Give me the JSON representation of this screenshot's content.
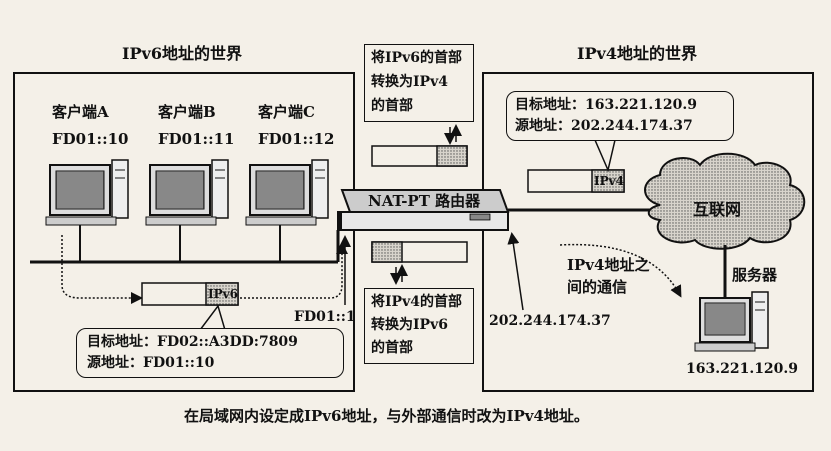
{
  "ipv6_world": {
    "title": "IPv6地址的世界",
    "clients": [
      {
        "name": "客户端A",
        "addr": "FD01::10"
      },
      {
        "name": "客户端B",
        "addr": "FD01::11"
      },
      {
        "name": "客户端C",
        "addr": "FD01::12"
      }
    ],
    "packet_label": "IPv6",
    "router_port_addr": "FD01::1",
    "callout_dest": "目标地址：FD02::A3DD:7809",
    "callout_src": "源地址：FD01::10"
  },
  "ipv4_world": {
    "title": "IPv4地址的世界",
    "callout_dest": "目标地址：163.221.120.9",
    "callout_src": "源地址：202.244.174.37",
    "packet_label": "IPv4",
    "internet_label": "互联网",
    "comm_note_1": "IPv4地址之",
    "comm_note_2": "间的通信",
    "router_port_addr": "202.244.174.37",
    "server_name": "服务器",
    "server_addr": "163.221.120.9"
  },
  "router": {
    "label": "NAT-PT 路由器"
  },
  "conversion_top": [
    "将IPv6的首部",
    "转换为IPv4",
    "的首部"
  ],
  "conversion_bottom": [
    "将IPv4的首部",
    "转换为IPv6",
    "的首部"
  ],
  "caption": "在局域网内设定成IPv6地址，与外部通信时改为IPv4地址。"
}
